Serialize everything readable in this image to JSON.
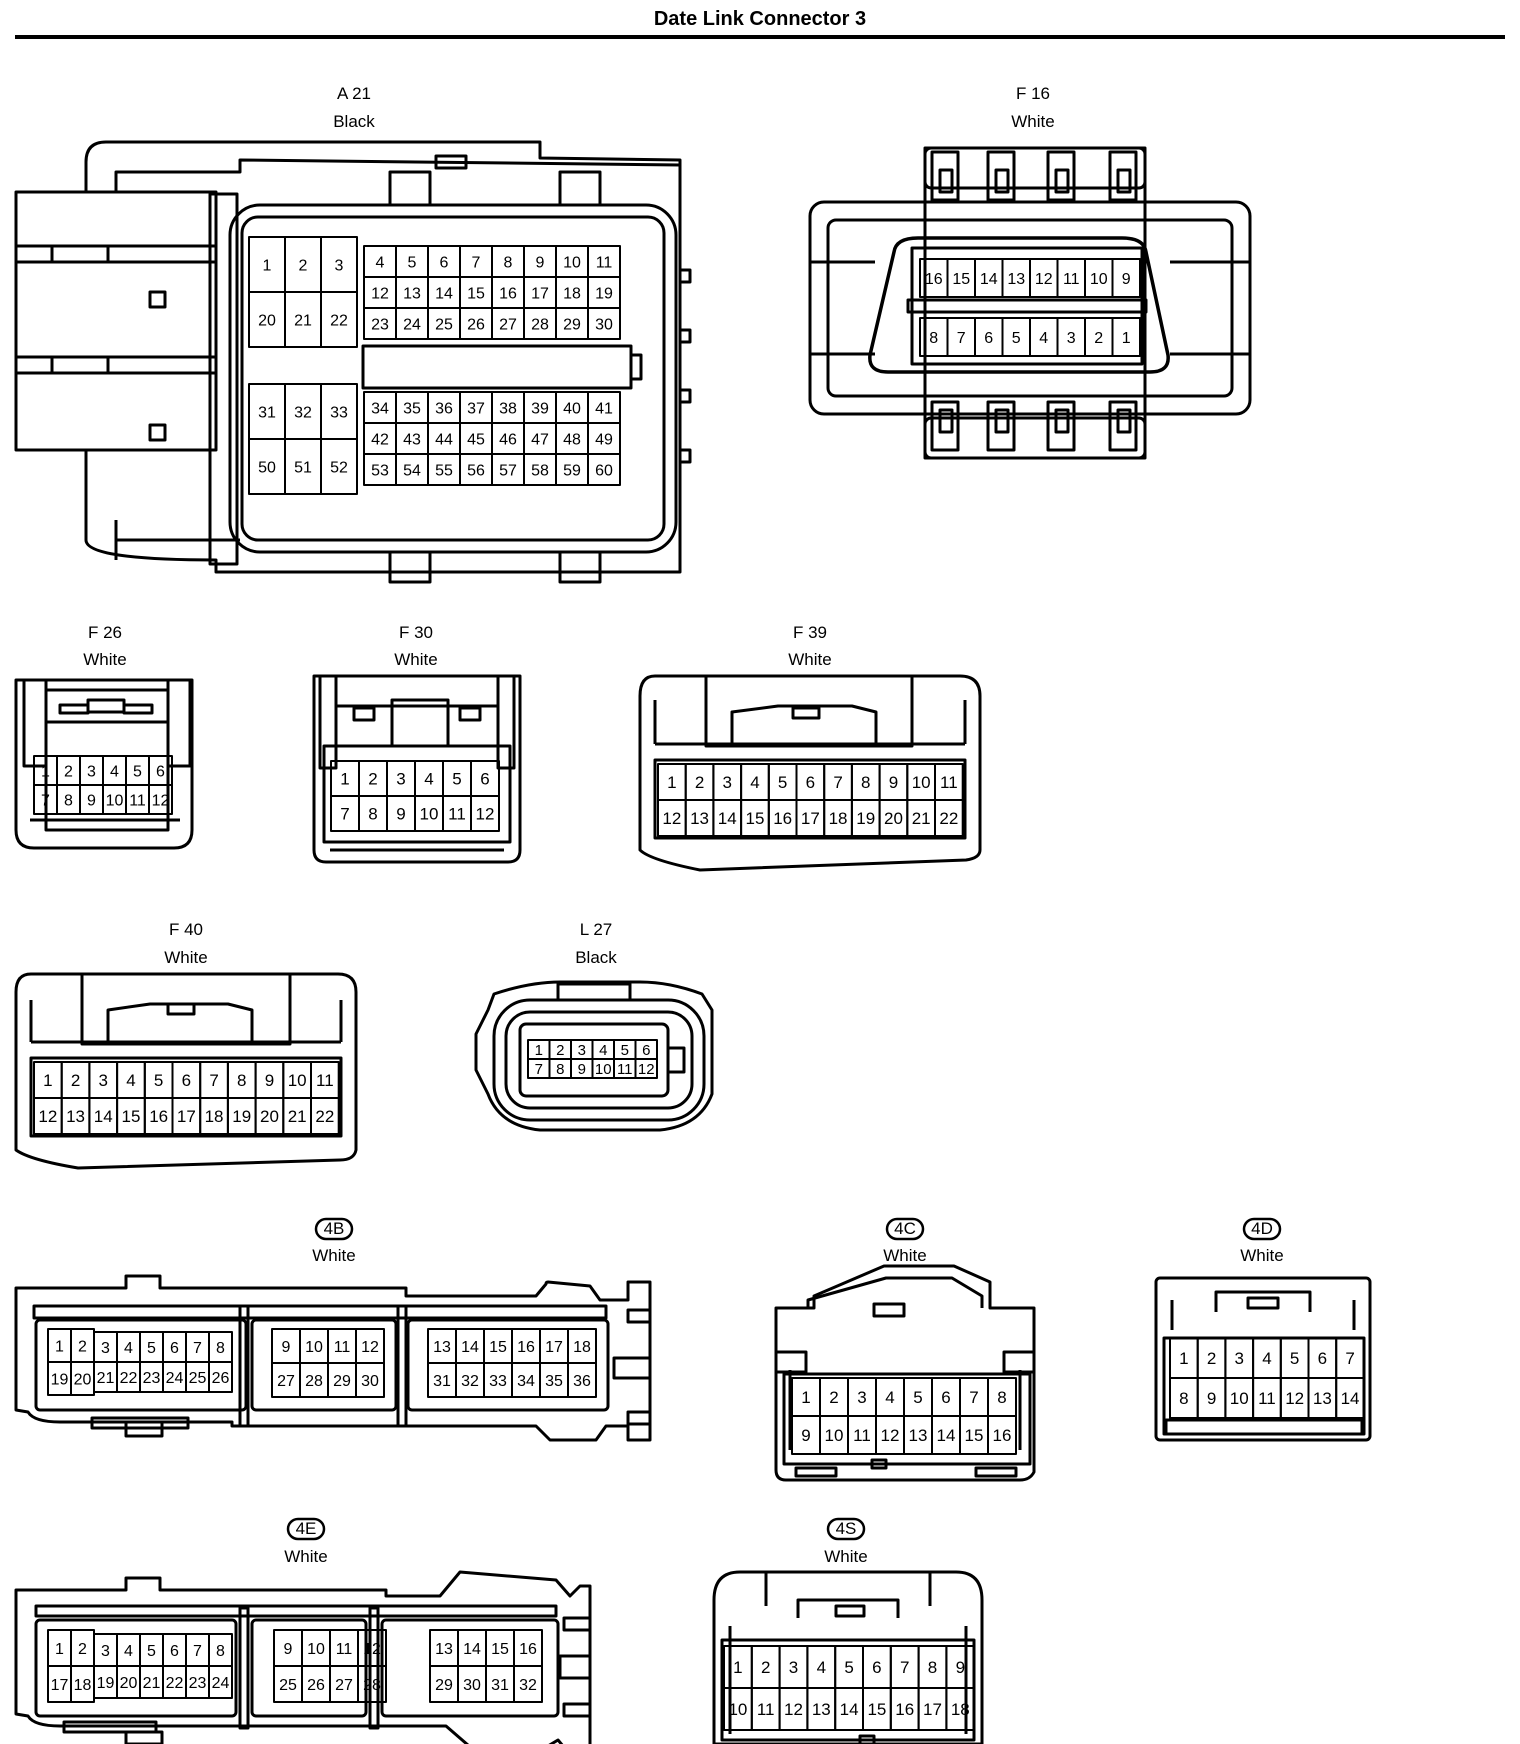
{
  "title": "Date Link Connector 3",
  "connectors": [
    {
      "key": "a21",
      "code": "A 21",
      "color": "Black",
      "pins": [
        "1",
        "2",
        "3",
        "20",
        "21",
        "22",
        "4",
        "5",
        "6",
        "7",
        "8",
        "9",
        "10",
        "11",
        "12",
        "13",
        "14",
        "15",
        "16",
        "17",
        "18",
        "19",
        "23",
        "24",
        "25",
        "26",
        "27",
        "28",
        "29",
        "30",
        "31",
        "32",
        "33",
        "50",
        "51",
        "52",
        "34",
        "35",
        "36",
        "37",
        "38",
        "39",
        "40",
        "41",
        "42",
        "43",
        "44",
        "45",
        "46",
        "47",
        "48",
        "49",
        "53",
        "54",
        "55",
        "56",
        "57",
        "58",
        "59",
        "60"
      ]
    },
    {
      "key": "f16",
      "code": "F 16",
      "color": "White",
      "pins": [
        "16",
        "15",
        "14",
        "13",
        "12",
        "11",
        "10",
        "9",
        "8",
        "7",
        "6",
        "5",
        "4",
        "3",
        "2",
        "1"
      ]
    },
    {
      "key": "f26",
      "code": "F 26",
      "color": "White",
      "pins": [
        "1",
        "2",
        "3",
        "4",
        "5",
        "6",
        "7",
        "8",
        "9",
        "10",
        "11",
        "12"
      ]
    },
    {
      "key": "f30",
      "code": "F 30",
      "color": "White",
      "pins": [
        "1",
        "2",
        "3",
        "4",
        "5",
        "6",
        "7",
        "8",
        "9",
        "10",
        "11",
        "12"
      ]
    },
    {
      "key": "f39",
      "code": "F 39",
      "color": "White",
      "pins": [
        "1",
        "2",
        "3",
        "4",
        "5",
        "6",
        "7",
        "8",
        "9",
        "10",
        "11",
        "12",
        "13",
        "14",
        "15",
        "16",
        "17",
        "18",
        "19",
        "20",
        "21",
        "22"
      ]
    },
    {
      "key": "f40",
      "code": "F 40",
      "color": "White",
      "pins": [
        "1",
        "2",
        "3",
        "4",
        "5",
        "6",
        "7",
        "8",
        "9",
        "10",
        "11",
        "12",
        "13",
        "14",
        "15",
        "16",
        "17",
        "18",
        "19",
        "20",
        "21",
        "22"
      ]
    },
    {
      "key": "l27",
      "code": "L 27",
      "color": "Black",
      "pins": [
        "1",
        "2",
        "3",
        "4",
        "5",
        "6",
        "7",
        "8",
        "9",
        "10",
        "11",
        "12"
      ]
    },
    {
      "key": "c4b",
      "code": "4B",
      "color": "White",
      "pins": [
        "1",
        "2",
        "3",
        "4",
        "5",
        "6",
        "7",
        "8",
        "19",
        "20",
        "21",
        "22",
        "23",
        "24",
        "25",
        "26",
        "9",
        "10",
        "11",
        "12",
        "27",
        "28",
        "29",
        "30",
        "13",
        "14",
        "15",
        "16",
        "17",
        "18",
        "31",
        "32",
        "33",
        "34",
        "35",
        "36"
      ]
    },
    {
      "key": "c4c",
      "code": "4C",
      "color": "White",
      "pins": [
        "1",
        "2",
        "3",
        "4",
        "5",
        "6",
        "7",
        "8",
        "9",
        "10",
        "11",
        "12",
        "13",
        "14",
        "15",
        "16"
      ]
    },
    {
      "key": "c4d",
      "code": "4D",
      "color": "White",
      "pins": [
        "1",
        "2",
        "3",
        "4",
        "5",
        "6",
        "7",
        "8",
        "9",
        "10",
        "11",
        "12",
        "13",
        "14"
      ]
    },
    {
      "key": "c4e",
      "code": "4E",
      "color": "White",
      "pins": [
        "1",
        "2",
        "3",
        "4",
        "5",
        "6",
        "7",
        "8",
        "17",
        "18",
        "19",
        "20",
        "21",
        "22",
        "23",
        "24",
        "9",
        "10",
        "11",
        "12",
        "25",
        "26",
        "27",
        "28",
        "13",
        "14",
        "15",
        "16",
        "29",
        "30",
        "31",
        "32"
      ]
    },
    {
      "key": "c4s",
      "code": "4S",
      "color": "White",
      "pins": [
        "1",
        "2",
        "3",
        "4",
        "5",
        "6",
        "7",
        "8",
        "9",
        "10",
        "11",
        "12",
        "13",
        "14",
        "15",
        "16",
        "17",
        "18"
      ]
    }
  ]
}
